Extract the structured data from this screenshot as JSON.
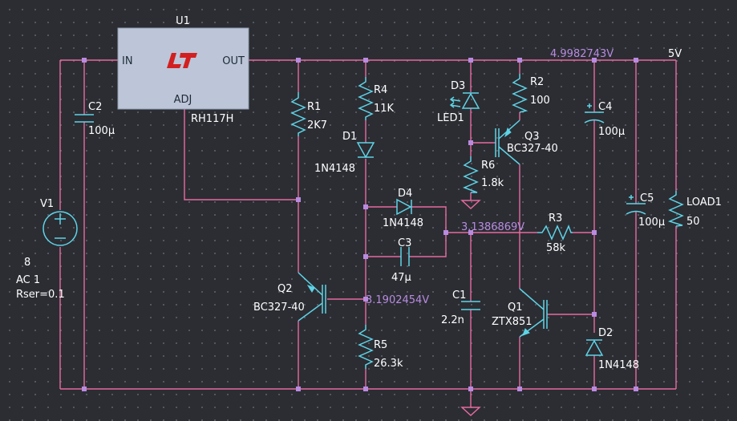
{
  "regulator": {
    "ref": "U1",
    "part": "RH117H",
    "pin_in": "IN",
    "pin_out": "OUT",
    "pin_adj": "ADJ"
  },
  "source": {
    "ref": "V1",
    "value": "8",
    "ac": "AC 1",
    "rser": "Rser=0.1"
  },
  "capacitors": {
    "c1": {
      "ref": "C1",
      "value": "2.2n"
    },
    "c2": {
      "ref": "C2",
      "value": "100µ"
    },
    "c3": {
      "ref": "C3",
      "value": "47µ"
    },
    "c4": {
      "ref": "C4",
      "value": "100µ"
    },
    "c5": {
      "ref": "C5",
      "value": "100µ"
    }
  },
  "resistors": {
    "r1": {
      "ref": "R1",
      "value": "2K7"
    },
    "r2": {
      "ref": "R2",
      "value": "100"
    },
    "r3": {
      "ref": "R3",
      "value": "58k"
    },
    "r4": {
      "ref": "R4",
      "value": "11K"
    },
    "r5": {
      "ref": "R5",
      "value": "26.3k"
    },
    "r6": {
      "ref": "R6",
      "value": "1.8k"
    },
    "load": {
      "ref": "LOAD1",
      "value": "50"
    }
  },
  "diodes": {
    "d1": {
      "ref": "D1",
      "value": "1N4148"
    },
    "d2": {
      "ref": "D2",
      "value": "1N4148"
    },
    "d3": {
      "ref": "D3",
      "value": "LED1"
    },
    "d4": {
      "ref": "D4",
      "value": "1N4148"
    }
  },
  "transistors": {
    "q1": {
      "ref": "Q1",
      "value": "ZTX851"
    },
    "q2": {
      "ref": "Q2",
      "value": "BC327-40"
    },
    "q3": {
      "ref": "Q3",
      "value": "BC327-40"
    }
  },
  "probes": {
    "out_voltage": "4.9982743V",
    "mid_voltage": "3.1386869V",
    "q2_base_voltage": "3.1902454V"
  },
  "net_label_5v": "5V",
  "colors": {
    "background": "#2b2d33",
    "wire": "#e86aa0",
    "component": "#5fd3e6",
    "junction": "#b98be0",
    "text": "#ffffff",
    "probe": "#b98be0",
    "logo": "#d22020"
  }
}
